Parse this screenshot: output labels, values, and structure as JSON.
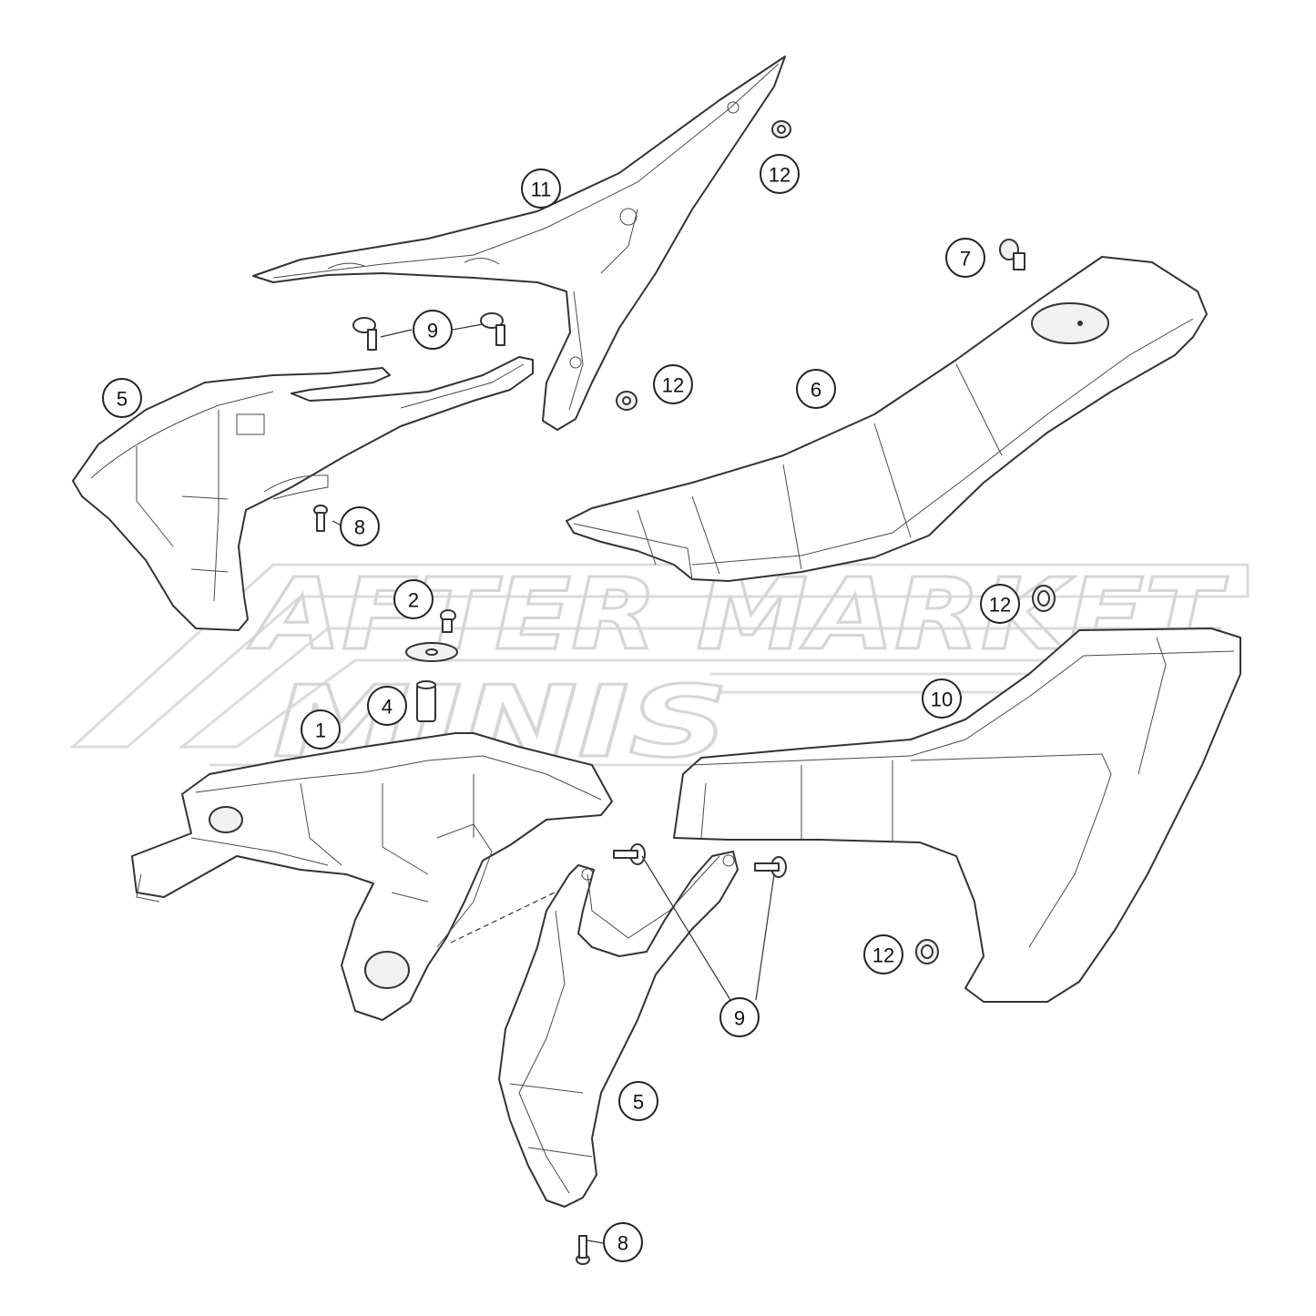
{
  "watermark": {
    "line1": "AFTER MARKET",
    "line2": "MINIS"
  },
  "callouts": [
    {
      "id": "c-11",
      "label": "11"
    },
    {
      "id": "c-12a",
      "label": "12"
    },
    {
      "id": "c-7",
      "label": "7"
    },
    {
      "id": "c-9a",
      "label": "9"
    },
    {
      "id": "c-12b",
      "label": "12"
    },
    {
      "id": "c-6",
      "label": "6"
    },
    {
      "id": "c-5a",
      "label": "5"
    },
    {
      "id": "c-8a",
      "label": "8"
    },
    {
      "id": "c-2",
      "label": "2"
    },
    {
      "id": "c-12c",
      "label": "12"
    },
    {
      "id": "c-4",
      "label": "4"
    },
    {
      "id": "c-10",
      "label": "10"
    },
    {
      "id": "c-1",
      "label": "1"
    },
    {
      "id": "c-12d",
      "label": "12"
    },
    {
      "id": "c-9b",
      "label": "9"
    },
    {
      "id": "c-5b",
      "label": "5"
    },
    {
      "id": "c-8b",
      "label": "8"
    }
  ],
  "colors": {
    "line": "#333333",
    "watermark": "#d6d6d6",
    "background": "#ffffff"
  }
}
